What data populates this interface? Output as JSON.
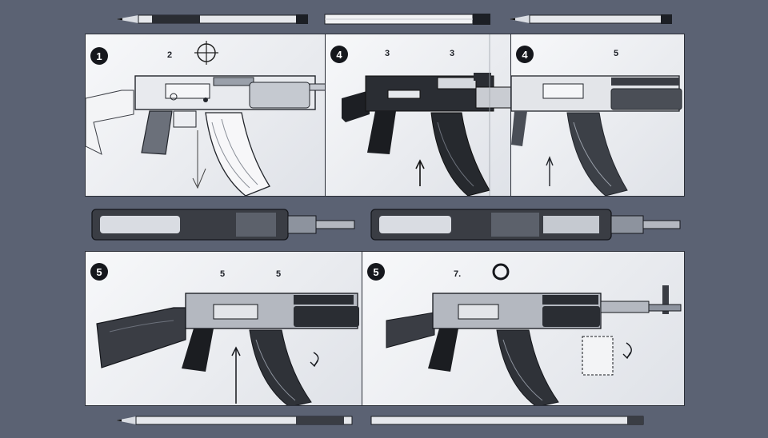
{
  "colors": {
    "background": "#5b6273",
    "panel": "#eef0f3",
    "ink": "#15171c",
    "metal": "#8d939e",
    "dark_metal": "#2a2d33",
    "wood": "#3a3d44"
  },
  "panels": [
    {
      "id": "panel-1",
      "badge": "1",
      "labels": [
        "2"
      ]
    },
    {
      "id": "panel-2",
      "badge": "4",
      "labels": [
        "3",
        "3"
      ]
    },
    {
      "id": "panel-3",
      "badge": "4",
      "labels": [
        "5"
      ]
    },
    {
      "id": "panel-4",
      "badge": "5",
      "labels": [
        "5",
        "5"
      ]
    },
    {
      "id": "panel-5",
      "badge": "5",
      "labels": [
        "7."
      ]
    }
  ],
  "icons": {
    "crosshair": "crosshair-icon",
    "ring": "ring-icon",
    "arrow_up": "arrow-up-icon",
    "curved_arrow": "curved-arrow-icon",
    "pencil": "pencil-icon"
  }
}
